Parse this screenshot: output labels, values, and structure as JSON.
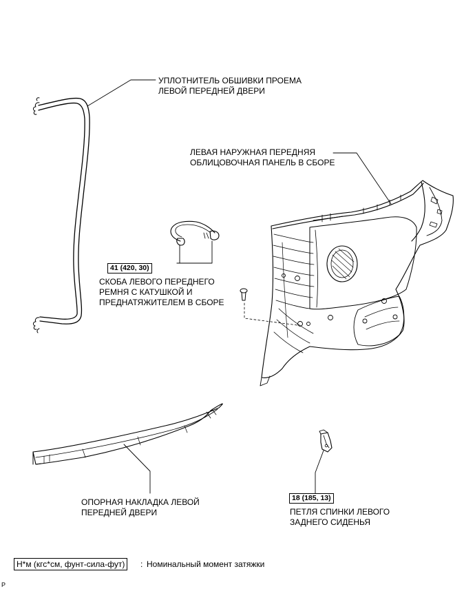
{
  "parts": {
    "weatherstrip": [
      "УПЛОТНИТЕЛЬ ОБШИВКИ ПРОЕМА",
      "ЛЕВОЙ ПЕРЕДНЕЙ ДВЕРИ"
    ],
    "quarter_trim_panel": [
      "ЛЕВАЯ НАРУЖНАЯ ПЕРЕДНЯЯ",
      "ОБЛИЦОВОЧНАЯ ПАНЕЛЬ В СБОРЕ"
    ],
    "belt_anchor_bracket": [
      "СКОБА ЛЕВОГО ПЕРЕДНЕГО",
      "РЕМНЯ С КАТУШКОЙ И",
      "ПРЕДНАТЯЖИТЕЛЕМ В СБОРЕ"
    ],
    "scuff_plate": [
      "ОПОРНАЯ НАКЛАДКА ЛЕВОЙ",
      "ПЕРЕДНЕЙ ДВЕРИ"
    ],
    "seatback_hinge": [
      "ПЕТЛЯ СПИНКИ ЛЕВОГО",
      "ЗАДНЕГО СИДЕНЬЯ"
    ]
  },
  "torque": {
    "bracket": "41 (420, 30)",
    "hinge": "18 (185, 13)"
  },
  "legend": {
    "unit": "Н*м (кгс*см, фунт-сила-фут)",
    "separator": ":",
    "meaning": "Номинальный момент затяжки"
  },
  "corner_mark": "P"
}
